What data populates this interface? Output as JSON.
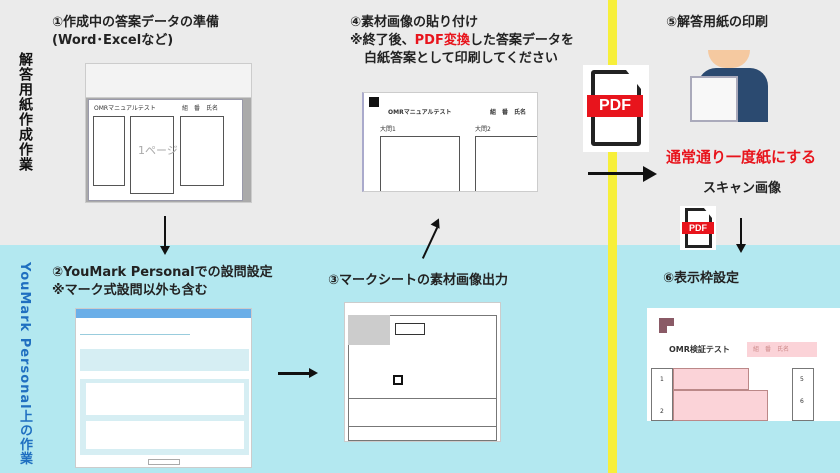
{
  "sections": {
    "top_label": "解答用紙作成作業",
    "bottom_label": "YouMark Personal上の作業"
  },
  "steps": {
    "s1": {
      "line1": "①作成中の答案データの準備",
      "line2": "(Word･Excelなど)"
    },
    "s2": {
      "line1": "②YouMark Personalでの設問設定",
      "line2": "※マーク式設問以外も含む"
    },
    "s3": {
      "line1": "③マークシートの素材画像出力"
    },
    "s4": {
      "line1": "④素材画像の貼り付け",
      "line2_pre": "※終了後、",
      "line2_red": "PDF変換",
      "line2_post": "した答案データを",
      "line3": "白紙答案として印刷してください"
    },
    "s5": {
      "line1": "⑤解答用紙の印刷",
      "note_red": "通常通り一度紙にする",
      "scan": "スキャン画像"
    },
    "s6": {
      "line1": "⑥表示枠設定"
    }
  },
  "thumbnails": {
    "excel": {
      "watermark": "1ページ",
      "title": "OMRマニュアルテスト",
      "name": "組　番　氏名"
    },
    "omr_paste": {
      "title": "OMRマニュアルテスト",
      "name": "組　番　氏名",
      "q1": "大問1",
      "q2": "大問2"
    },
    "frame": {
      "title": "OMR検証テスト",
      "name": "組　番　氏名",
      "rows": [
        "1",
        "2"
      ],
      "side": [
        "5",
        "6"
      ]
    }
  },
  "icons": {
    "pdf_label": "PDF"
  },
  "colors": {
    "accent_red": "#e8141c",
    "divider_yellow": "#f7ef3a",
    "bottom_bg": "#b3e8f0",
    "top_bg": "#ebebeb",
    "section_blue": "#1f6fc0"
  }
}
